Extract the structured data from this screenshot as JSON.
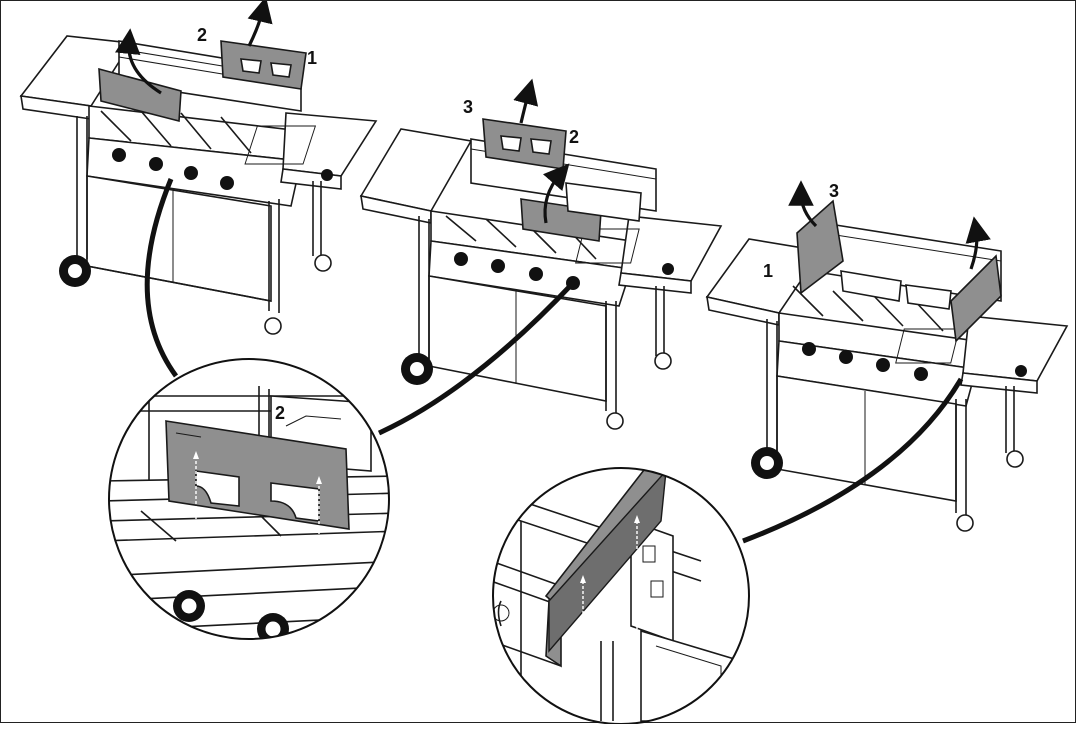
{
  "steps": {
    "grill_1": {
      "label_a": "2",
      "label_b": "1"
    },
    "grill_2": {
      "label_a": "3",
      "label_b": "2"
    },
    "grill_3": {
      "label_a": "1",
      "label_b": "3"
    }
  },
  "detail_1": {
    "plate_mark": "2"
  },
  "colors": {
    "plate": "#8f8f8f",
    "line": "#1a1a1a",
    "background": "#ffffff"
  }
}
